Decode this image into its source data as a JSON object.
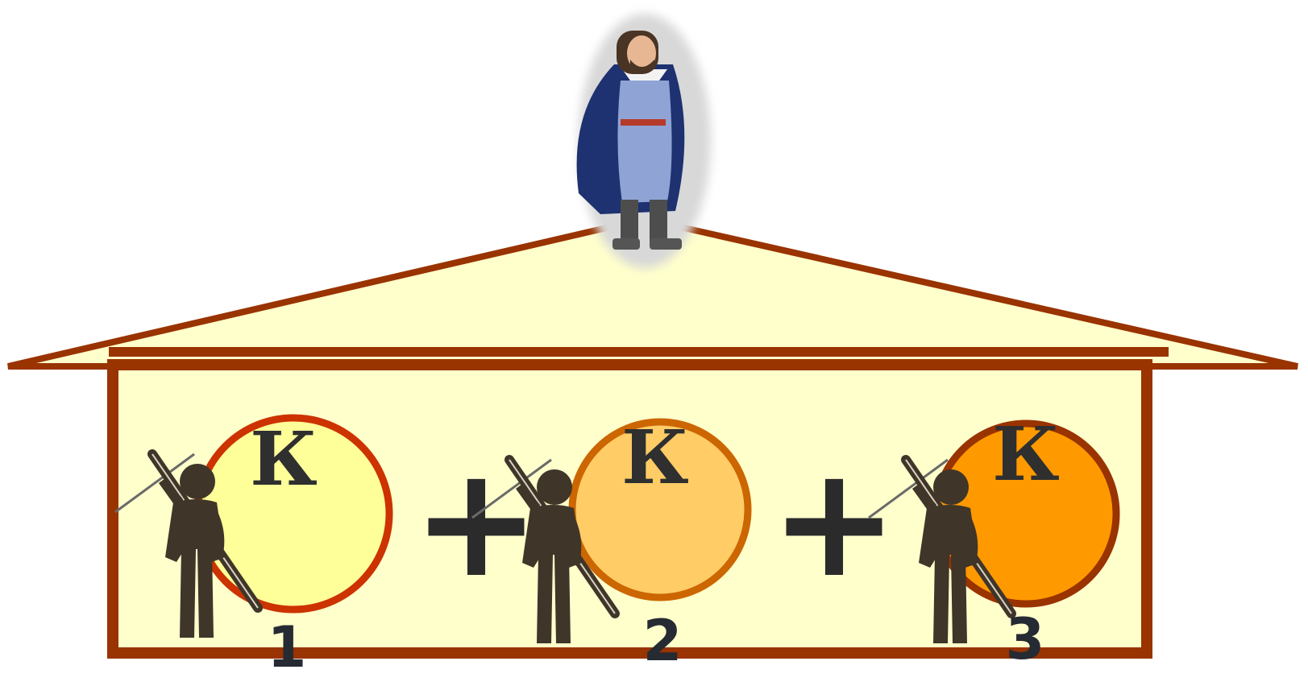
{
  "labels": {
    "letter": "К",
    "plus": "+",
    "numbers": [
      "1",
      "2",
      "3"
    ]
  },
  "colors": {
    "house_outline": "#993300",
    "house_fill": "#ffffcc",
    "circle1_fill": "#ffff99",
    "circle1_stroke": "#cc3300",
    "circle2_fill": "#ffcc66",
    "circle2_stroke": "#cc6600",
    "circle3_fill": "#ff9900",
    "circle3_stroke": "#993300",
    "figure": "#3f3529",
    "cloak": "#1e3170",
    "tunic": "#8fa3d4"
  },
  "icons": [
    "nobleman-figure",
    "soldier-with-rifle-icon"
  ]
}
